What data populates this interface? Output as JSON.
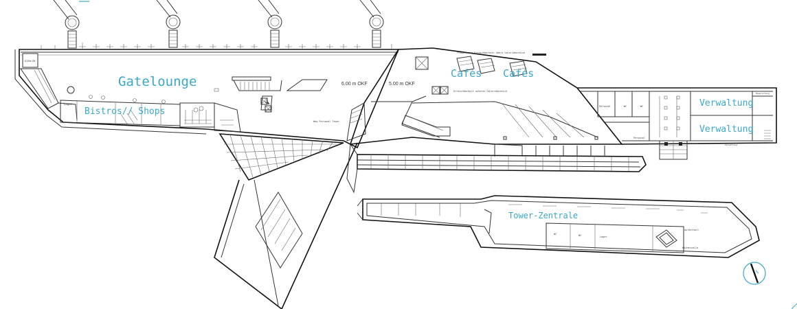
{
  "accent_color": "#3aa8c8",
  "labels": {
    "gatelounge": "Gatelounge",
    "bistros": "Bistros// Shops",
    "cafes_1": "Cafés",
    "cafes_2": "Cafés",
    "verwaltung_1": "Verwaltung",
    "verwaltung_2": "Verwaltung",
    "tower": "Tower-Zentrale"
  },
  "levels": {
    "okf_600": "6.00 m OKF",
    "okf_500": "5.00 m OKF",
    "box_level": "8.00m OK"
  },
  "small_labels": {
    "treppen": "Treppen zur Erreichbarkeit übers Galeriebereich",
    "erreichbarkeit": "Erreichbarkeit unteres Galeriebereich",
    "weg_tower": "Weg Personal Tower",
    "lager_left": "Lager",
    "personal_1": "Personal",
    "wc_1": "WC",
    "wc_2": "WC",
    "personal_2": "Personal",
    "besprechung": "Besprechung",
    "wc_tower_1": "WC",
    "wc_tower_2": "WC",
    "lager_tower": "Lager",
    "aufenthalt": "Aufenthalt",
    "kuechenzeile": "Küchenzeile",
    "verwaltung_small": "Verwaltung"
  }
}
